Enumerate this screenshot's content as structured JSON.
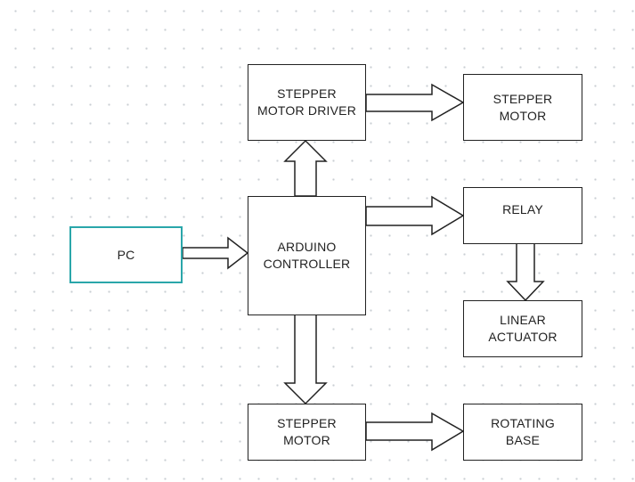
{
  "diagram": {
    "colors": {
      "block_border": "#222222",
      "pc_border": "#2aa6aa",
      "arrow_stroke": "#222222",
      "background": "#ffffff",
      "grid_dot": "#c9ced3"
    },
    "blocks": {
      "stepper_motor_driver": {
        "line1": "STEPPER",
        "line2": "MOTOR DRIVER"
      },
      "stepper_motor_top": {
        "line1": "STEPPER",
        "line2": "MOTOR"
      },
      "arduino_controller": {
        "line1": "ARDUINO",
        "line2": "CONTROLLER"
      },
      "relay": {
        "line1": "RELAY"
      },
      "pc": {
        "line1": "PC"
      },
      "linear_actuator": {
        "line1": "LINEAR",
        "line2": "ACTUATOR"
      },
      "stepper_motor_bottom": {
        "line1": "STEPPER",
        "line2": "MOTOR"
      },
      "rotating_base": {
        "line1": "ROTATING",
        "line2": "BASE"
      }
    },
    "connections": [
      {
        "from": "pc",
        "to": "arduino_controller"
      },
      {
        "from": "arduino_controller",
        "to": "stepper_motor_driver"
      },
      {
        "from": "stepper_motor_driver",
        "to": "stepper_motor_top"
      },
      {
        "from": "arduino_controller",
        "to": "relay"
      },
      {
        "from": "relay",
        "to": "linear_actuator"
      },
      {
        "from": "arduino_controller",
        "to": "stepper_motor_bottom"
      },
      {
        "from": "stepper_motor_bottom",
        "to": "rotating_base"
      }
    ]
  }
}
